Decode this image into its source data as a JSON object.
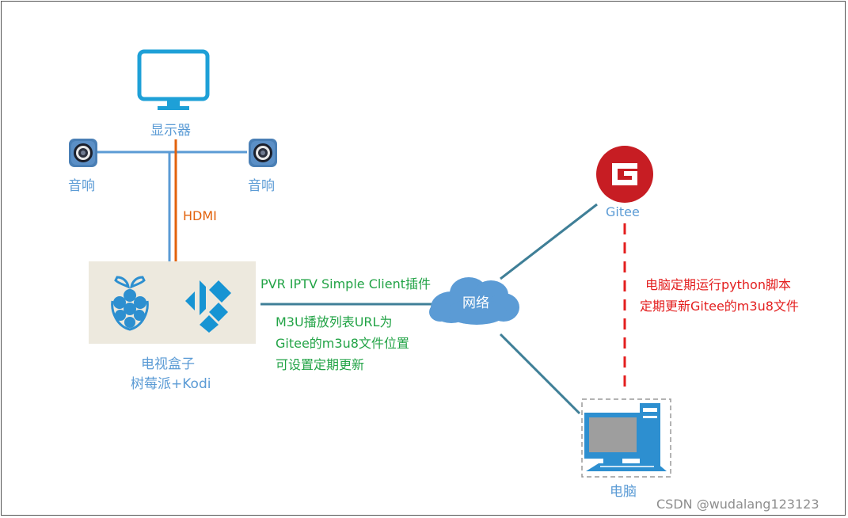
{
  "labels": {
    "monitor": "显示器",
    "speaker_left": "音响",
    "speaker_right": "音响",
    "hdmi": "HDMI",
    "tv_box_line1": "电视盒子",
    "tv_box_line2": "树莓派+Kodi",
    "plugin": "PVR IPTV Simple Client插件",
    "playlist_line1": "M3U播放列表URL为",
    "playlist_line2": "Gitee的m3u8文件位置",
    "playlist_line3": "可设置定期更新",
    "network": "网络",
    "gitee": "Gitee",
    "script_line1": "电脑定期运行python脚本",
    "script_line2": "定期更新Gitee的m3u8文件",
    "computer": "电脑",
    "watermark": "CSDN @wudalang123123"
  },
  "colors": {
    "blue": "#5b9bd5",
    "green": "#22a346",
    "red": "#e31e1e",
    "orange": "#e2620c",
    "cable_blue": "#5b9bd5",
    "network_line": "#3f7f97",
    "gitee_red": "#c71d23",
    "box_bg": "#ede9de"
  },
  "icons": [
    "monitor-icon",
    "speaker-icon",
    "raspberry-pi-icon",
    "kodi-icon",
    "cloud-icon",
    "gitee-logo-icon",
    "computer-icon"
  ]
}
